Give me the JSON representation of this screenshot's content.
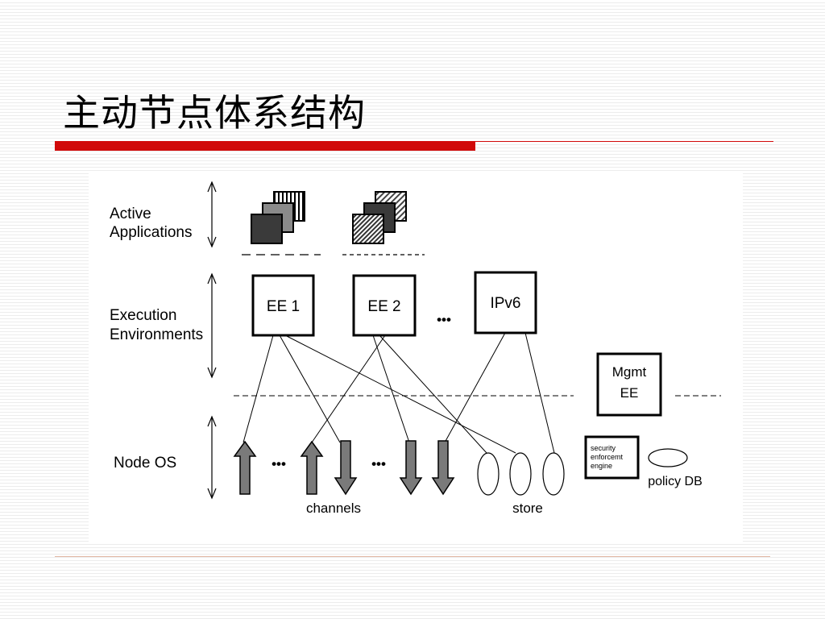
{
  "slide": {
    "title": "主动节点体系结构",
    "accent_color": "#d10a0a"
  },
  "diagram": {
    "layers": [
      {
        "line1": "Active",
        "line2": "Applications"
      },
      {
        "line1": "Execution",
        "line2": "Environments"
      },
      {
        "line1": "Node OS",
        "line2": ""
      }
    ],
    "ee": [
      "EE 1",
      "EE 2",
      "IPv6"
    ],
    "ellipsis": "•••",
    "mgmt": {
      "line1": "Mgmt",
      "line2": "EE"
    },
    "security": {
      "line1": "security",
      "line2": "enforcemt",
      "line3": "engine"
    },
    "policy_db": "policy DB",
    "channels_label": "channels",
    "store_label": "store"
  }
}
